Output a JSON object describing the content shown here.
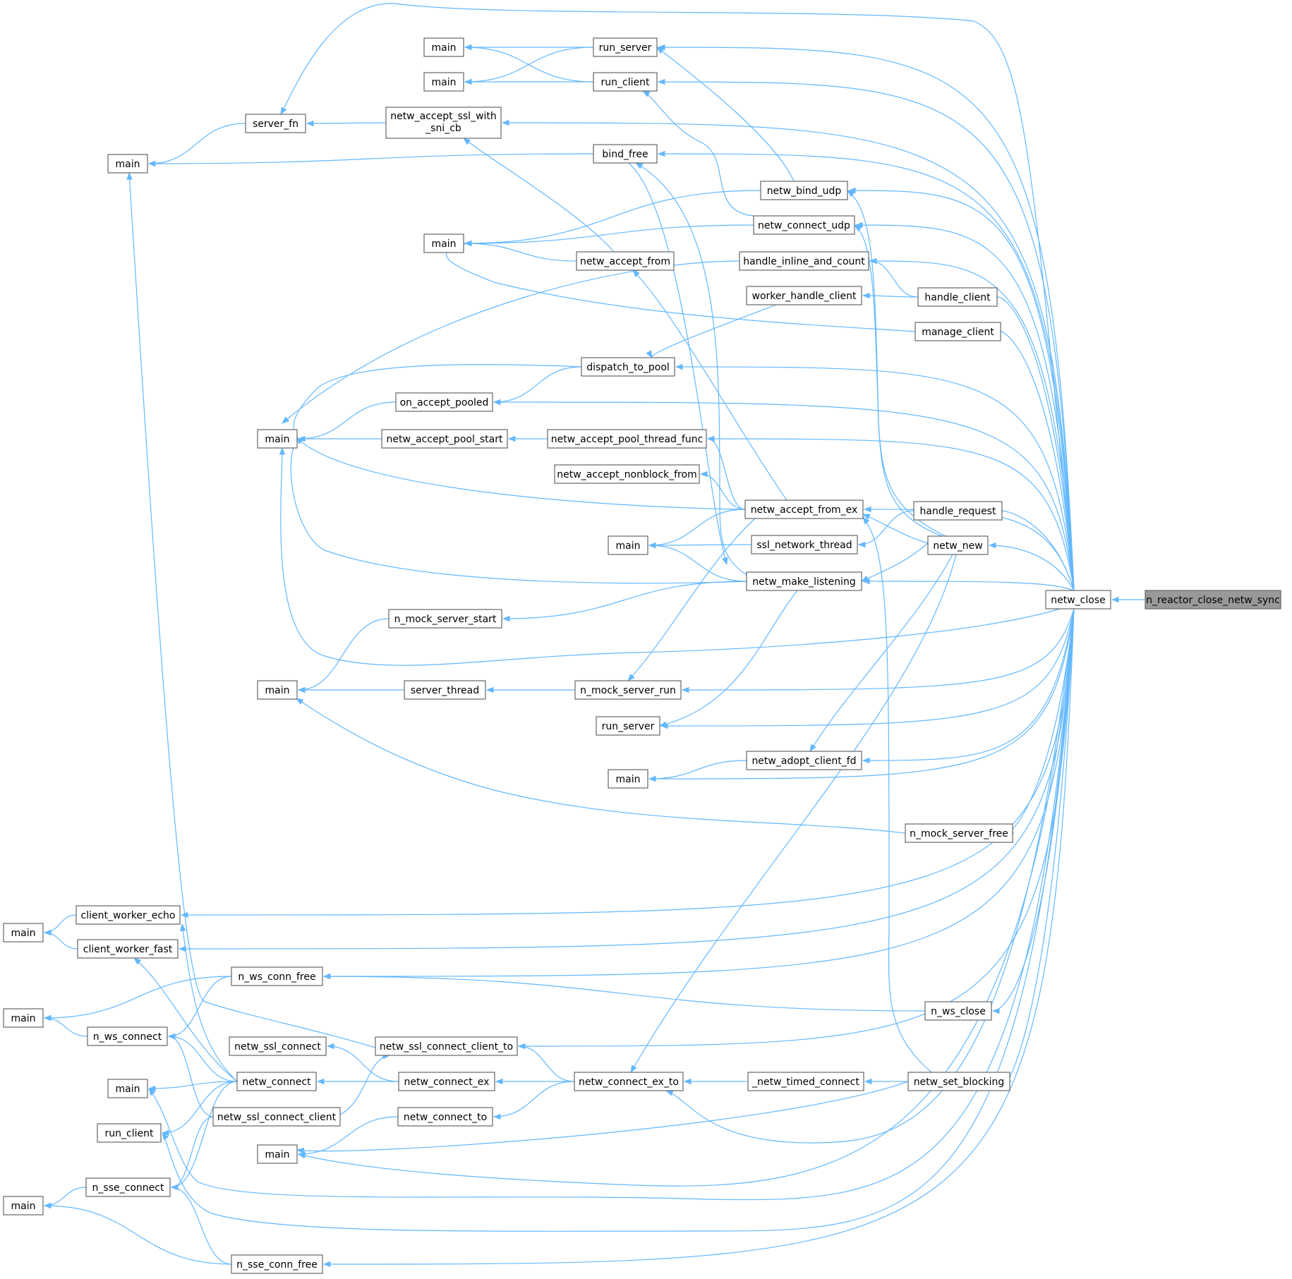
{
  "graph": {
    "title": "",
    "colors": {
      "edge": "#63b8ff",
      "node_border": "#666666",
      "node_fill": "#ffffff",
      "target_fill": "#999999"
    },
    "nodes": {
      "n_reactor_close_netw_sync": "n_reactor_close_netw_sync",
      "netw_close": "netw_close",
      "run_server_a": "run_server",
      "run_client_a": "run_client",
      "main_1": "main",
      "main_2": "main",
      "server_fn": "server_fn",
      "netw_accept_ssl_with_sni_cb_1": "netw_accept_ssl_with",
      "netw_accept_ssl_with_sni_cb_2": "_sni_cb",
      "main_3": "main",
      "bind_free": "bind_free",
      "netw_bind_udp": "netw_bind_udp",
      "netw_connect_udp": "netw_connect_udp",
      "main_4": "main",
      "netw_accept_from": "netw_accept_from",
      "handle_inline_and_count": "handle_inline_and_count",
      "worker_handle_client": "worker_handle_client",
      "handle_client": "handle_client",
      "manage_client": "manage_client",
      "dispatch_to_pool": "dispatch_to_pool",
      "on_accept_pooled": "on_accept_pooled",
      "main_5": "main",
      "netw_accept_pool_start": "netw_accept_pool_start",
      "netw_accept_pool_thread_func": "netw_accept_pool_thread_func",
      "netw_accept_nonblock_from": "netw_accept_nonblock_from",
      "netw_accept_from_ex": "netw_accept_from_ex",
      "handle_request": "handle_request",
      "main_6": "main",
      "ssl_network_thread": "ssl_network_thread",
      "netw_new": "netw_new",
      "netw_make_listening": "netw_make_listening",
      "n_mock_server_start": "n_mock_server_start",
      "main_7": "main",
      "server_thread": "server_thread",
      "n_mock_server_run": "n_mock_server_run",
      "run_server_b": "run_server",
      "main_8": "main",
      "netw_adopt_client_fd": "netw_adopt_client_fd",
      "n_mock_server_free": "n_mock_server_free",
      "client_worker_echo": "client_worker_echo",
      "main_9": "main",
      "client_worker_fast": "client_worker_fast",
      "n_ws_conn_free": "n_ws_conn_free",
      "main_10": "main",
      "n_ws_close": "n_ws_close",
      "n_ws_connect": "n_ws_connect",
      "netw_ssl_connect": "netw_ssl_connect",
      "netw_ssl_connect_client_to": "netw_ssl_connect_client_to",
      "main_11": "main",
      "netw_connect": "netw_connect",
      "netw_connect_ex": "netw_connect_ex",
      "netw_connect_ex_to": "netw_connect_ex_to",
      "_netw_timed_connect": "_netw_timed_connect",
      "netw_set_blocking": "netw_set_blocking",
      "run_client_b": "run_client",
      "netw_ssl_connect_client": "netw_ssl_connect_client",
      "netw_connect_to": "netw_connect_to",
      "main_12": "main",
      "n_sse_connect": "n_sse_connect",
      "main_13": "main",
      "n_sse_conn_free": "n_sse_conn_free"
    }
  }
}
